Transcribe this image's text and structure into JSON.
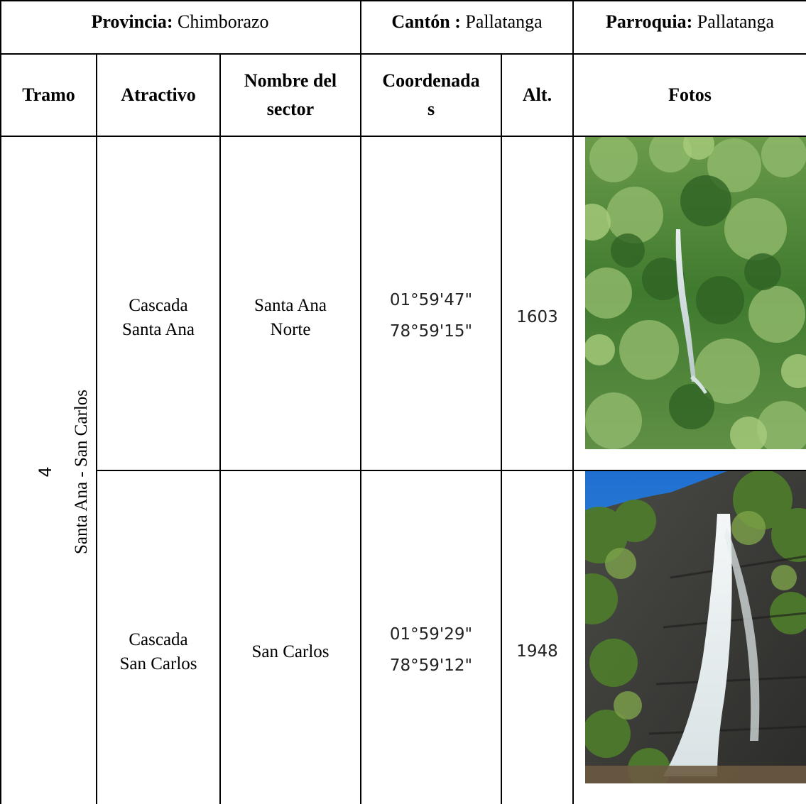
{
  "header_top": {
    "provincia_label": "Provincia:",
    "provincia_value": "Chimborazo",
    "canton_label": "Cantón :",
    "canton_value": "Pallatanga",
    "parroquia_label": "Parroquia:",
    "parroquia_value": "Pallatanga"
  },
  "columns": {
    "tramo": "Tramo",
    "atractivo": "Atractivo",
    "nombre_line1": "Nombre del",
    "nombre_line2": "sector",
    "coord_line1": "Coordenada",
    "coord_line2": "s",
    "alt": "Alt.",
    "fotos": "Fotos"
  },
  "tramo": {
    "number": "4",
    "name": "Santa Ana - San Carlos"
  },
  "rows": [
    {
      "atractivo_line1": "Cascada",
      "atractivo_line2": "Santa Ana",
      "sector_line1": "Santa Ana",
      "sector_line2": "Norte",
      "coord_lat": "01°59'47\"",
      "coord_lon": "78°59'15\"",
      "alt": "1603",
      "photo_icon": "waterfall-forest-photo"
    },
    {
      "atractivo_line1": "Cascada",
      "atractivo_line2": "San Carlos",
      "sector_line1": "San Carlos",
      "coord_lat": "01°59'29\"",
      "coord_lon": "78°59'12\"",
      "alt": "1948",
      "photo_icon": "waterfall-rock-photo"
    }
  ]
}
